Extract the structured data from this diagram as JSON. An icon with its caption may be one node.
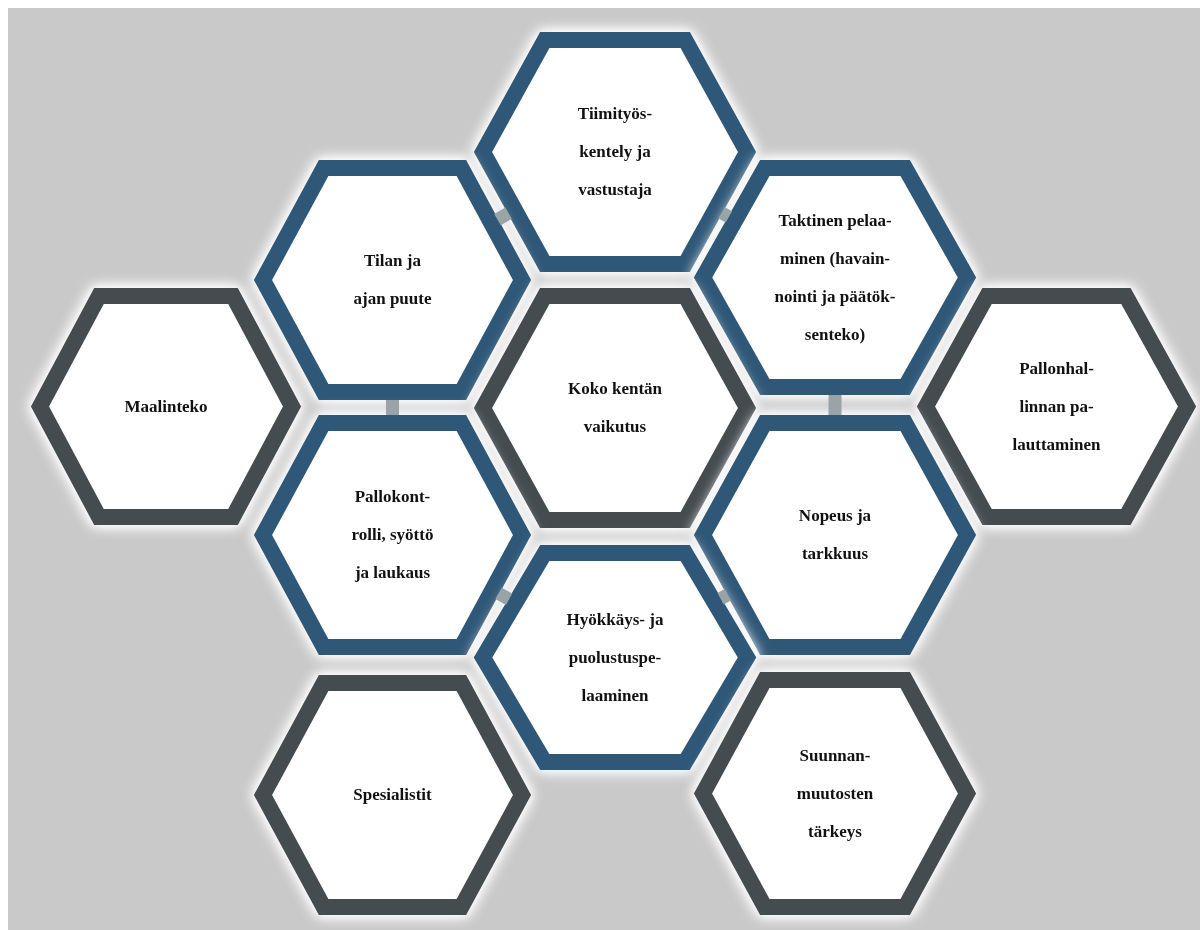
{
  "diagram": {
    "nodes": [
      {
        "text": [
          "Tiimityös- kentely ja vastustaja"
        ]
      },
      {
        "text": [
          "Tilan ja ajan puute"
        ]
      },
      {
        "text": [
          "Taktinen pelaa- minen (havain- nointi ja päätök- senteko)"
        ]
      },
      {
        "text": [
          "Maalinteko"
        ]
      },
      {
        "text": [
          "Koko kentän vaikutus"
        ]
      },
      {
        "text": [
          "Pallonhal- linnan pa- lauttaminen"
        ]
      },
      {
        "text": [
          "Pallokont- rolli, syöttö ja laukaus"
        ]
      },
      {
        "text": [
          "Nopeus ja tarkkuus"
        ]
      },
      {
        "text": [
          "Hyökkäys- ja puolustuspe- laaminen"
        ]
      },
      {
        "text": [
          "Spesialistit"
        ]
      },
      {
        "text": [
          "Suunnan- muutosten tärkeys"
        ]
      }
    ],
    "edges": [
      {
        "from": 1,
        "to": 0,
        "arrow": "none"
      },
      {
        "from": 0,
        "to": 2,
        "arrow": "none"
      },
      {
        "from": 1,
        "to": 6,
        "arrow": "none"
      },
      {
        "from": 2,
        "to": 7,
        "arrow": "none"
      },
      {
        "from": 6,
        "to": 8,
        "arrow": "none"
      },
      {
        "from": 8,
        "to": 7,
        "arrow": "none"
      }
    ]
  }
}
